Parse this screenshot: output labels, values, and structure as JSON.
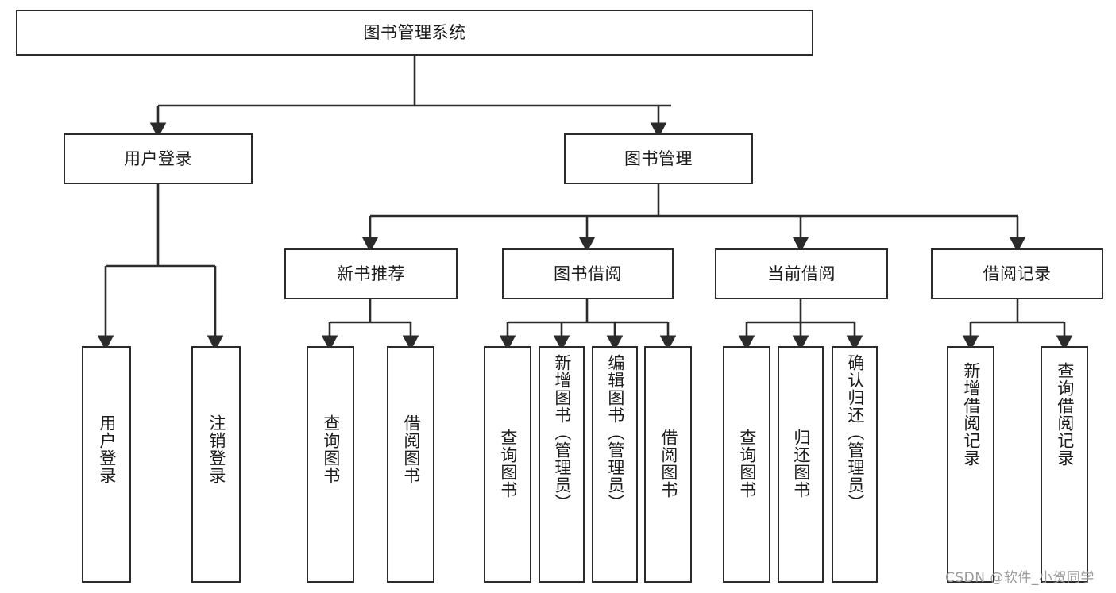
{
  "diagram": {
    "title": "图书管理系统",
    "type": "tree-hierarchy-chart",
    "colors": {
      "box_border": "#2b2b2b",
      "box_fill": "#ffffff",
      "edge": "#2b2b2b",
      "background": "#ffffff",
      "watermark": "#9a9a9a"
    },
    "root": {
      "id": "root",
      "label": "图书管理系统"
    },
    "level2": [
      {
        "id": "user-login",
        "label": "用户登录"
      },
      {
        "id": "book-management",
        "label": "图书管理"
      }
    ],
    "level3": [
      {
        "id": "new-book-recommend",
        "label": "新书推荐"
      },
      {
        "id": "book-borrow",
        "label": "图书借阅"
      },
      {
        "id": "current-borrow",
        "label": "当前借阅"
      },
      {
        "id": "borrow-record",
        "label": "借阅记录"
      }
    ],
    "leaves": [
      {
        "id": "leaf-user-login",
        "parent": "user-login",
        "label": "用户登录"
      },
      {
        "id": "leaf-logout-login",
        "parent": "user-login",
        "label": "注销登录"
      },
      {
        "id": "leaf-query-book-1",
        "parent": "new-book-recommend",
        "label": "查询图书"
      },
      {
        "id": "leaf-borrow-book-1",
        "parent": "new-book-recommend",
        "label": "借阅图书"
      },
      {
        "id": "leaf-query-book-2",
        "parent": "book-borrow",
        "label": "查询图书"
      },
      {
        "id": "leaf-add-book",
        "parent": "book-borrow",
        "label": "新增图书（管理员）"
      },
      {
        "id": "leaf-edit-book",
        "parent": "book-borrow",
        "label": "编辑图书（管理员）"
      },
      {
        "id": "leaf-borrow-book-2",
        "parent": "book-borrow",
        "label": "借阅图书"
      },
      {
        "id": "leaf-query-book-3",
        "parent": "current-borrow",
        "label": "查询图书"
      },
      {
        "id": "leaf-return-book",
        "parent": "current-borrow",
        "label": "归还图书"
      },
      {
        "id": "leaf-confirm-return",
        "parent": "current-borrow",
        "label": "确认归还（管理员）"
      },
      {
        "id": "leaf-add-record",
        "parent": "borrow-record",
        "label": "新增借阅记录"
      },
      {
        "id": "leaf-query-record",
        "parent": "borrow-record",
        "label": "查询借阅记录"
      }
    ]
  },
  "watermark": {
    "text": "CSDN @软件_小贺同学"
  }
}
